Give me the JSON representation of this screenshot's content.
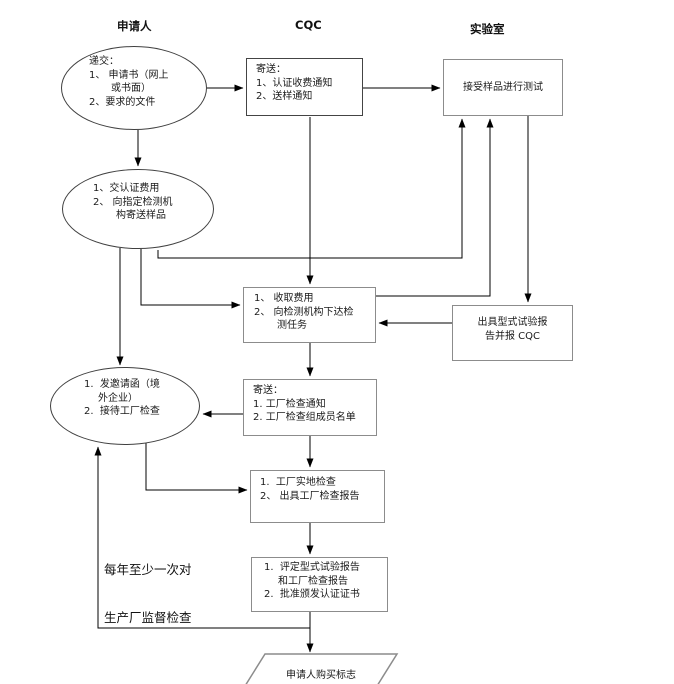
{
  "headers": {
    "applicant": "申请人",
    "cqc": "CQC",
    "lab": "实验室"
  },
  "nodes": {
    "submit": {
      "lines": [
        "递交：",
        "1、 申请书（网上",
        "或书面）",
        "2、要求的文件"
      ]
    },
    "cqc_send_notice": {
      "lines": [
        "寄送：",
        "1、认证收费通知",
        "2、送样通知"
      ]
    },
    "lab_test": {
      "label": "接受样品进行测试"
    },
    "pay_fee": {
      "lines": [
        "1、交认证费用",
        "2、 向指定检测机",
        "构寄送样品"
      ]
    },
    "collect_fee": {
      "lines": [
        "1、 收取费用",
        "2、 向检测机构下达检",
        "测任务"
      ]
    },
    "type_test_report": {
      "lines": [
        "出具型式试验报",
        "告并报 CQC"
      ]
    },
    "send_inspection_notice": {
      "lines": [
        "寄送：",
        "1. 工厂检查通知",
        "2. 工厂检查组成员名单"
      ]
    },
    "invite": {
      "lines": [
        "1.  发邀请函（境",
        "外企业）",
        "2.  接待工厂检查"
      ]
    },
    "factory_inspection": {
      "lines": [
        "1.  工厂实地检查",
        "2、 出具工厂检查报告"
      ]
    },
    "evaluate": {
      "lines": [
        "1.  评定型式试验报告",
        "和工厂检查报告",
        "2.  批准颁发认证证书"
      ]
    },
    "buy_mark": {
      "label": "申请人购买标志"
    }
  },
  "annotation": {
    "lines": [
      "每年至少一次对",
      "生产厂监督检查"
    ]
  },
  "colors": {
    "line": "#000000",
    "box_border": "#8c8c8c",
    "ellipse_border": "#404040",
    "text": "#1a1a1a",
    "background": "#ffffff"
  }
}
